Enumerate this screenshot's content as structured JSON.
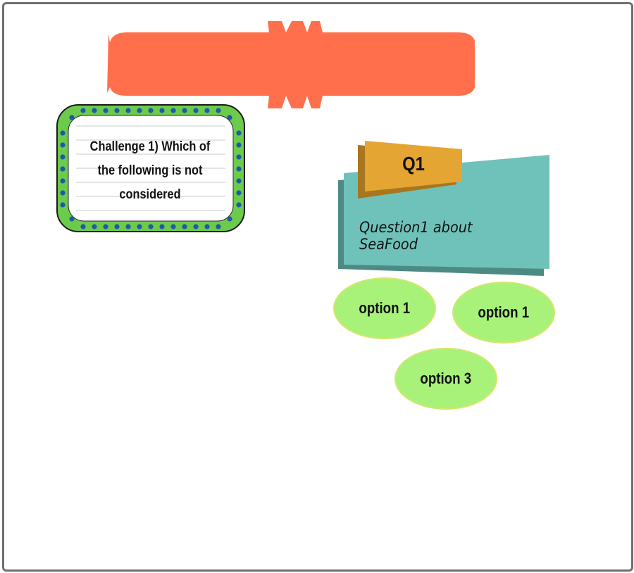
{
  "challenge": {
    "text": "Challenge 1) Which of the following is not considered"
  },
  "question": {
    "badge": "Q1",
    "text": "Question1 about SeaFood"
  },
  "options": [
    {
      "label": "option 1"
    },
    {
      "label": "option 1"
    },
    {
      "label": "option 3"
    }
  ],
  "colors": {
    "banner": "#ff6f4b",
    "card_border": "#6dcb4c",
    "card_dots": "#1e5aa8",
    "board_front": "#6fc2ba",
    "board_shadow": "#4e8a84",
    "badge_front": "#e5a532",
    "badge_shadow": "#a8761e",
    "option_fill": "#a8f27a"
  }
}
